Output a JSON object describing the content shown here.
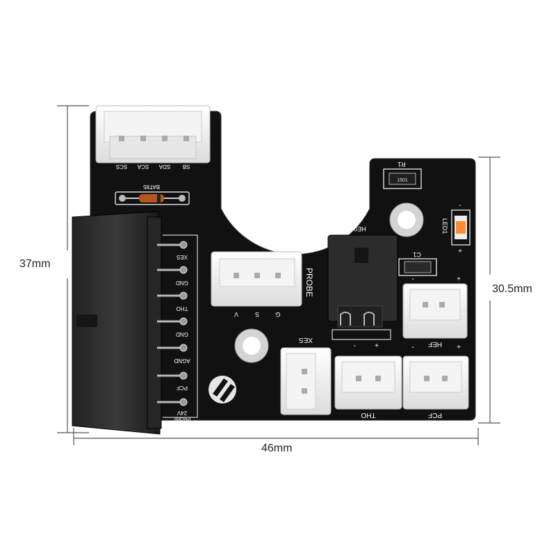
{
  "dimensions": {
    "height_left": "37mm",
    "height_right": "30.5mm",
    "width_bottom": "46mm"
  },
  "board": {
    "color": "#111111",
    "silk_color": "#ffffff",
    "top_connector": {
      "pins": [
        "SCS",
        "SCA",
        "SDA",
        "SB"
      ]
    },
    "diode_label": "BAT85",
    "resistor_label": "R1",
    "resistor_code": "1501",
    "led_label": "LED1",
    "capacitor_label": "C1",
    "probe_connector": {
      "label": "PROBE",
      "pins": [
        "V",
        "S",
        "G"
      ]
    },
    "fan_label": "HE0",
    "main_connector_pins": [
      "XES",
      "GND",
      "THO",
      "GND",
      "AGND",
      "PCF",
      "24V",
      "PROBE"
    ],
    "connectors": {
      "xes": "XES",
      "tho": "THO",
      "pcf": "PCF",
      "hef": "HEF"
    },
    "polarity": {
      "plus": "+",
      "minus": "-"
    }
  }
}
